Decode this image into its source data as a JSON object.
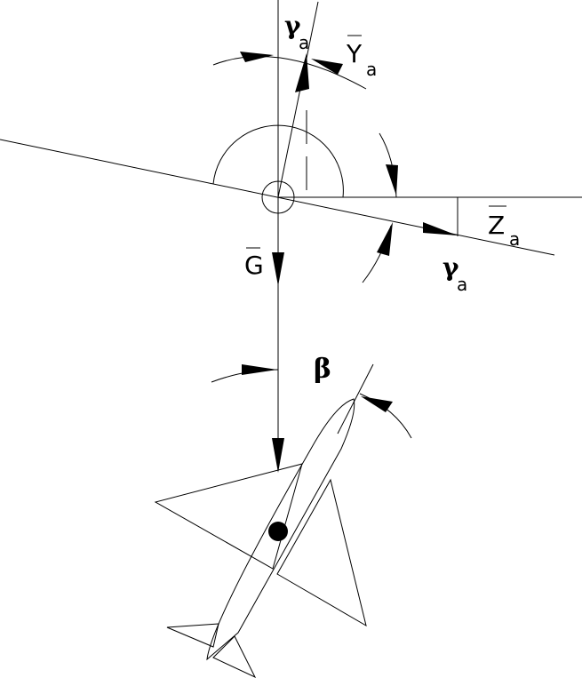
{
  "labels": {
    "gamma_top": {
      "symbol": "γ",
      "sub": "a"
    },
    "y_vec": {
      "symbol": "Y",
      "sub": "a"
    },
    "z_vec": {
      "symbol": "Z",
      "sub": "a"
    },
    "gamma_right": {
      "symbol": "γ",
      "sub": "a"
    },
    "g_vec": {
      "symbol": "G"
    },
    "beta": {
      "symbol": "β"
    }
  },
  "colors": {
    "ink": "#000000",
    "background": "#ffffff"
  }
}
